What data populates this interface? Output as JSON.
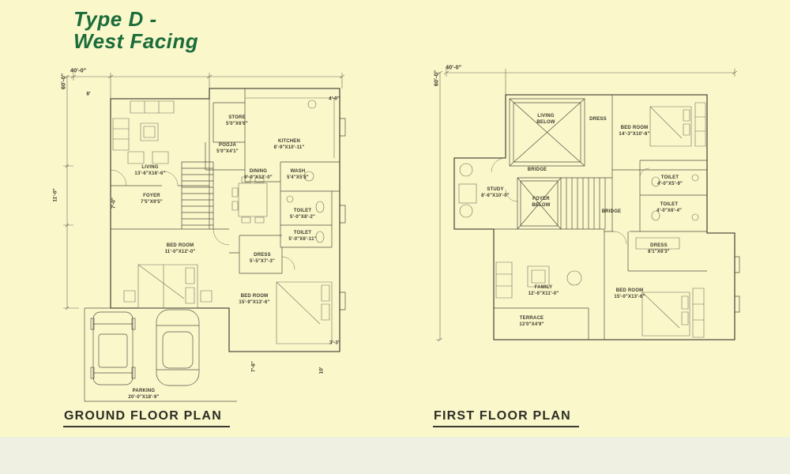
{
  "page": {
    "title_line1": "Type D -",
    "title_line2": "West Facing",
    "title_color": "#1a6c3a",
    "background_color": "#faf7cb",
    "line_color": "#504f41"
  },
  "ground_floor": {
    "caption": "GROUND FLOOR PLAN",
    "dims": {
      "top": "40'-0\"",
      "left": "60'-0\"",
      "segments": [
        "11'-0\"",
        "7'-0\"",
        "4'-9\"",
        "3'-3\"",
        "7'-6\"",
        "10'",
        "8'"
      ]
    },
    "rooms": [
      {
        "line1": "LIVING",
        "line2": "13'-6\"X16'-6\""
      },
      {
        "line1": "STORE",
        "line2": "5'0\"X6'6\""
      },
      {
        "line1": "POOJA",
        "line2": "5'0\"X4'1\""
      },
      {
        "line1": "KITCHEN",
        "line2": "8'-9\"X10'-11\""
      },
      {
        "line1": "DINING",
        "line2": "9'-9\"X12'-0\""
      },
      {
        "line1": "WASH",
        "line2": "5'4\"X5'8\""
      },
      {
        "line1": "FOYER",
        "line2": "7'5\"X9'5\""
      },
      {
        "line1": "TOILET",
        "line2": "5'-0\"X8'-2\""
      },
      {
        "line1": "TOILET",
        "line2": "5'-0\"X6'-11\""
      },
      {
        "line1": "DRESS",
        "line2": "5'-5\"X7'-3\""
      },
      {
        "line1": "BED ROOM",
        "line2": "11'-0\"X12'-0\""
      },
      {
        "line1": "BED ROOM",
        "line2": "15'-9\"X13'-6\""
      },
      {
        "line1": "PARKING",
        "line2": "20'-0\"X18'-9\""
      }
    ]
  },
  "first_floor": {
    "caption": "FIRST FLOOR PLAN",
    "dims": {
      "top": "40'-0\"",
      "left": "60'-0\""
    },
    "rooms": [
      {
        "line1": "LIVING",
        "line2": "BELOW"
      },
      {
        "line1": "DRESS",
        "line2": ""
      },
      {
        "line1": "BED ROOM",
        "line2": "14'-3\"X10'-6\""
      },
      {
        "line1": "BRIDGE",
        "line2": ""
      },
      {
        "line1": "STUDY",
        "line2": "8'-6\"X10'-0\""
      },
      {
        "line1": "FOYER",
        "line2": "BELOW"
      },
      {
        "line1": "BRIDGE",
        "line2": ""
      },
      {
        "line1": "TOILET",
        "line2": "4'-0\"X5'-9\""
      },
      {
        "line1": "TOILET",
        "line2": "4'-0\"X6'-4\""
      },
      {
        "line1": "DRESS",
        "line2": "8'1\"X6'3\""
      },
      {
        "line1": "FAMILY",
        "line2": "12'-6\"X11'-0\""
      },
      {
        "line1": "BED ROOM",
        "line2": "15'-0\"X13'-6\""
      },
      {
        "line1": "TERRACE",
        "line2": "13'0\"X4'9\""
      }
    ]
  }
}
